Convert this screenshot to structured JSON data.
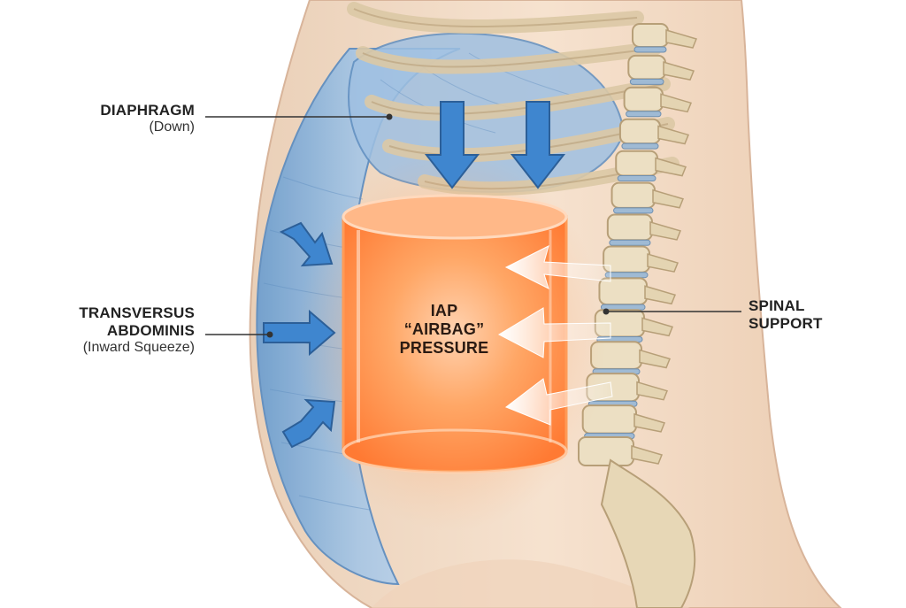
{
  "labels": {
    "diaphragm": {
      "title": "DIAPHRAGM",
      "sub": "(Down)"
    },
    "transversus": {
      "line1": "TRANSVERSUS",
      "line2": "ABDOMINIS",
      "sub": "(Inward Squeeze)"
    },
    "spinal": {
      "line1": "SPINAL",
      "line2": "SUPPORT"
    },
    "iap": {
      "line1": "IAP",
      "line2": "“AIRBAG”",
      "line3": "PRESSURE"
    }
  },
  "colors": {
    "skin": "#f4d9c2",
    "muscle_blue": "#8fb4d8",
    "arrow_blue": "#3f86cf",
    "pressure_orange": "#ff8a3d",
    "bone": "#e9dcc0",
    "disc": "#9fbad4",
    "leader_line": "#333333"
  },
  "icons": [
    "down-arrow-icon",
    "inward-arrow-icon",
    "spinal-support-arrow-icon"
  ]
}
